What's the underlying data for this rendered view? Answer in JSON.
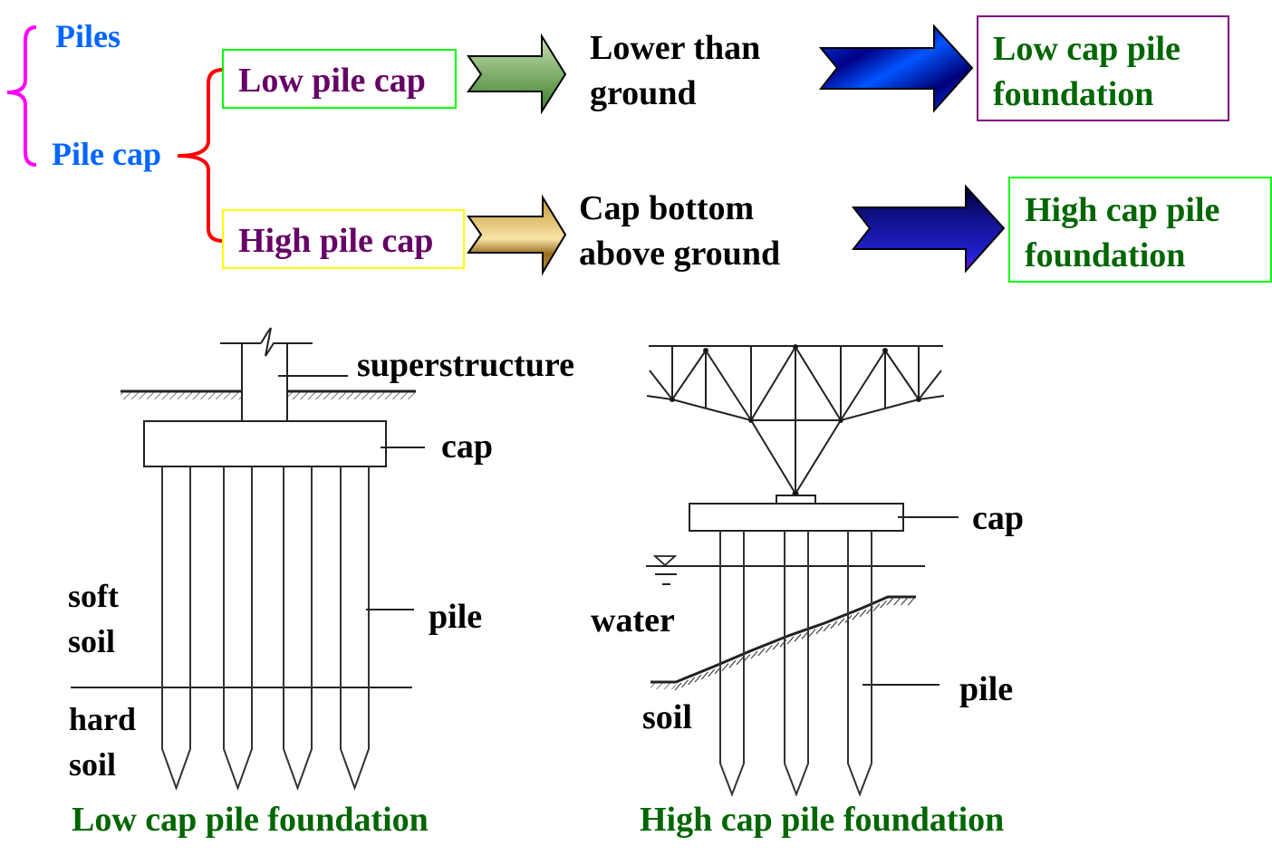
{
  "classification": {
    "root_items": [
      "Piles",
      "Pile cap"
    ],
    "branches": [
      {
        "type": "Low pile cap",
        "condition": "Lower than\nground",
        "result": "Low cap pile\nfoundation",
        "type_box_color": "#00ff00",
        "arrow1_colors": [
          "#c2dcaa",
          "#3a7f2a"
        ],
        "arrow2_colors": [
          "#0044ff",
          "#000088"
        ],
        "result_box_color": "#800080"
      },
      {
        "type": "High pile cap",
        "condition": "Cap bottom\nabove ground",
        "result": "High cap pile\nfoundation",
        "type_box_color": "#ffff00",
        "arrow1_colors": [
          "#c89830",
          "#f6dfa0"
        ],
        "arrow2_colors": [
          "#000044",
          "#2020dd"
        ],
        "result_box_color": "#00ff00"
      }
    ],
    "brace_colors": {
      "outer": "#ff00ff",
      "inner": "#ff0000"
    }
  },
  "low_cap_diagram": {
    "labels": {
      "superstructure": "superstructure",
      "cap": "cap",
      "pile": "pile",
      "soft_soil": "soft\nsoil",
      "hard_soil": "hard\nsoil"
    },
    "pile_count": 4,
    "caption": "Low cap pile foundation"
  },
  "high_cap_diagram": {
    "labels": {
      "cap": "cap",
      "water": "water",
      "soil": "soil",
      "pile": "pile"
    },
    "pile_count": 3,
    "caption": "High cap pile foundation"
  },
  "colors": {
    "root_text": "#0066ff",
    "type_text": "#660066",
    "result_text": "#006600",
    "caption_text": "#006600"
  }
}
